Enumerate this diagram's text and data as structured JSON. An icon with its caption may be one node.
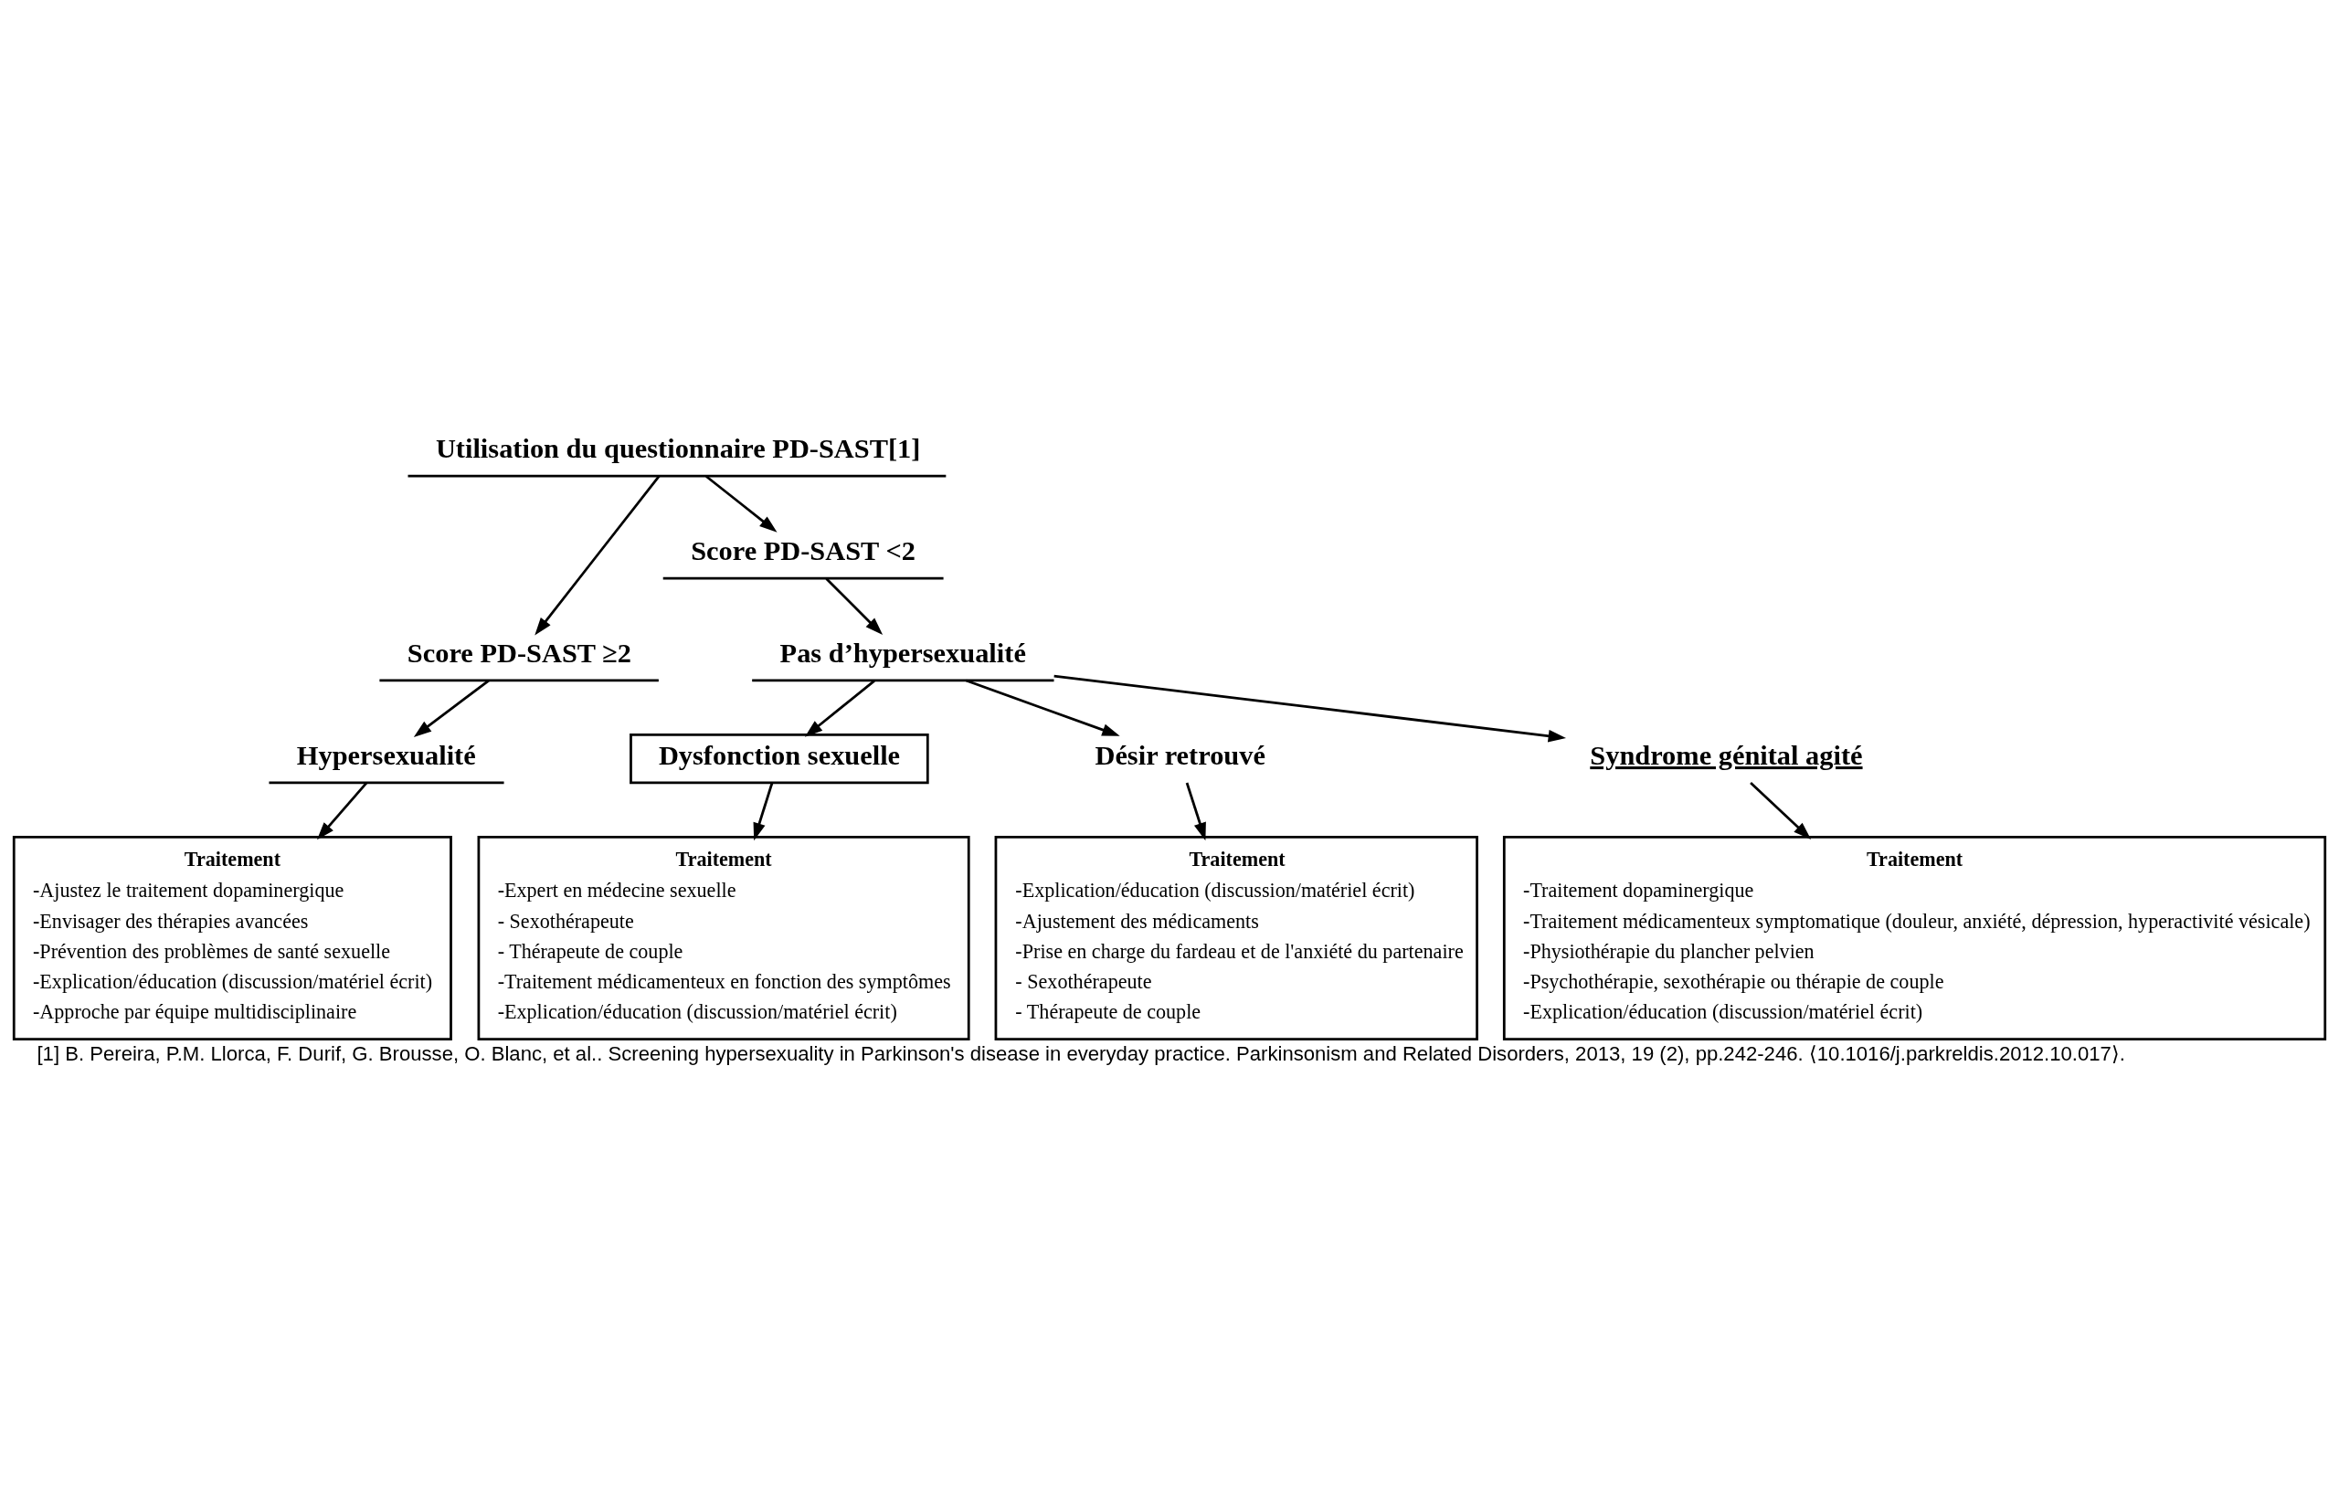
{
  "diagram": {
    "caption": "[1] B. Pereira, P.M. Llorca, F. Durif, G. Brousse, O. Blanc, et al.. Screening hypersexuality in Parkinson's disease in everyday practice. Parkinsonism and Related Disorders, 2013, 19 (2), pp.242-246. ⟨10.1016/j.parkreldis.2012.10.017⟩.",
    "nodes": [
      {
        "text": [
          "Utilisation du questionnaire PD-SAST[1]"
        ]
      },
      {
        "text": [
          "Score PD-SAST ≥2"
        ]
      },
      {
        "text": [
          "Score PD-SAST <2"
        ]
      },
      {
        "text": [
          "Pas d’hypersexualité"
        ]
      },
      {
        "text": [
          "Hypersexualité"
        ]
      },
      {
        "text": [
          "Dysfonction sexuelle"
        ]
      },
      {
        "text": [
          "Désir retrouvé"
        ]
      },
      {
        "text": [
          "Syndrome génital agité"
        ]
      },
      {
        "text": [
          "Traitement",
          "-Ajustez le traitement dopaminergique",
          "-Envisager des thérapies avancées",
          "-Prévention des problèmes de santé sexuelle",
          "-Explication/éducation (discussion/matériel écrit)",
          "-Approche par équipe multidisciplinaire"
        ]
      },
      {
        "text": [
          "Traitement",
          "-Expert en médecine sexuelle",
          "- Sexothérapeute",
          "- Thérapeute de couple",
          "-Traitement médicamenteux en fonction des symptômes",
          "-Explication/éducation (discussion/matériel écrit)"
        ]
      },
      {
        "text": [
          "Traitement",
          "-Explication/éducation (discussion/matériel écrit)",
          "-Ajustement des médicaments",
          "-Prise en charge du fardeau et de l'anxiété du partenaire",
          "- Sexothérapeute",
          "- Thérapeute de couple"
        ]
      },
      {
        "text": [
          "Traitement",
          "-Traitement dopaminergique",
          "-Traitement médicamenteux symptomatique (douleur, anxiété, dépression, hyperactivité vésicale)",
          "-Physiothérapie du plancher pelvien",
          "-Psychothérapie, sexothérapie ou thérapie de couple",
          "-Explication/éducation (discussion/matériel écrit)"
        ]
      }
    ],
    "edges": [
      {
        "from": 0,
        "to": 1,
        "arrow": "to"
      },
      {
        "from": 0,
        "to": 2,
        "arrow": "to"
      },
      {
        "from": 2,
        "to": 3,
        "arrow": "to"
      },
      {
        "from": 1,
        "to": 4,
        "arrow": "to"
      },
      {
        "from": 3,
        "to": 5,
        "arrow": "to"
      },
      {
        "from": 3,
        "to": 6,
        "arrow": "to"
      },
      {
        "from": 3,
        "to": 7,
        "arrow": "to"
      },
      {
        "from": 4,
        "to": 8,
        "arrow": "to"
      },
      {
        "from": 5,
        "to": 9,
        "arrow": "to"
      },
      {
        "from": 6,
        "to": 10,
        "arrow": "to"
      },
      {
        "from": 7,
        "to": 11,
        "arrow": "to"
      }
    ]
  }
}
